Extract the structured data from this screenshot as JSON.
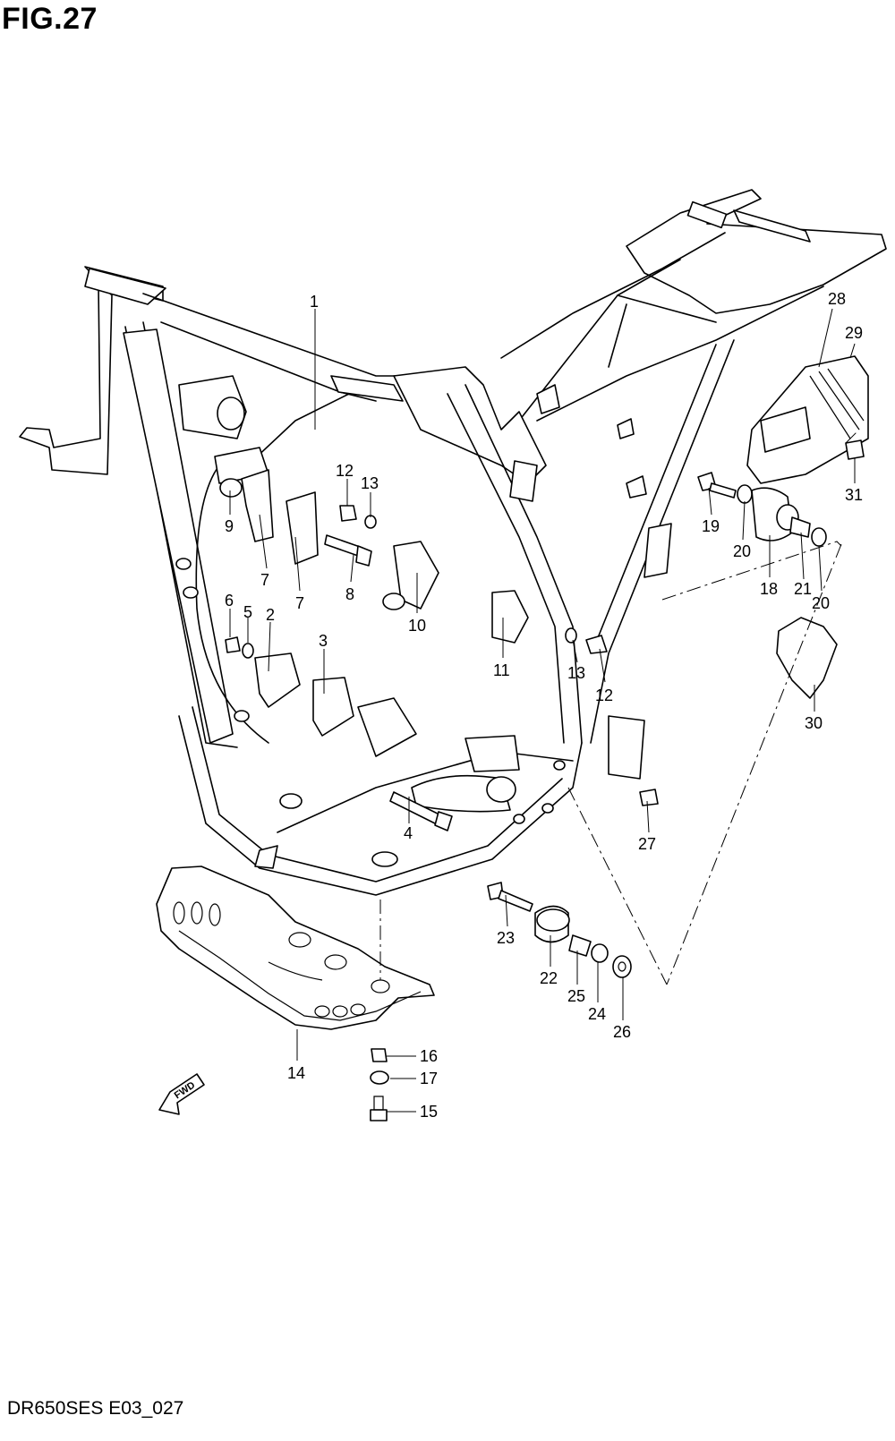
{
  "figure": {
    "title": "FIG.27",
    "code": "DR650SES E03_027",
    "fwd_label": "FWD"
  },
  "callouts": {
    "c1": "1",
    "c2": "2",
    "c3": "3",
    "c4": "4",
    "c5": "5",
    "c6": "6",
    "c7a": "7",
    "c7b": "7",
    "c8": "8",
    "c9": "9",
    "c10": "10",
    "c11": "11",
    "c12a": "12",
    "c12b": "12",
    "c13a": "13",
    "c13b": "13",
    "c14": "14",
    "c15": "15",
    "c16": "16",
    "c17": "17",
    "c18": "18",
    "c19": "19",
    "c20a": "20",
    "c20b": "20",
    "c21": "21",
    "c22": "22",
    "c23": "23",
    "c24": "24",
    "c25": "25",
    "c26": "26",
    "c27": "27",
    "c28": "28",
    "c29": "29",
    "c30": "30",
    "c31": "31"
  }
}
